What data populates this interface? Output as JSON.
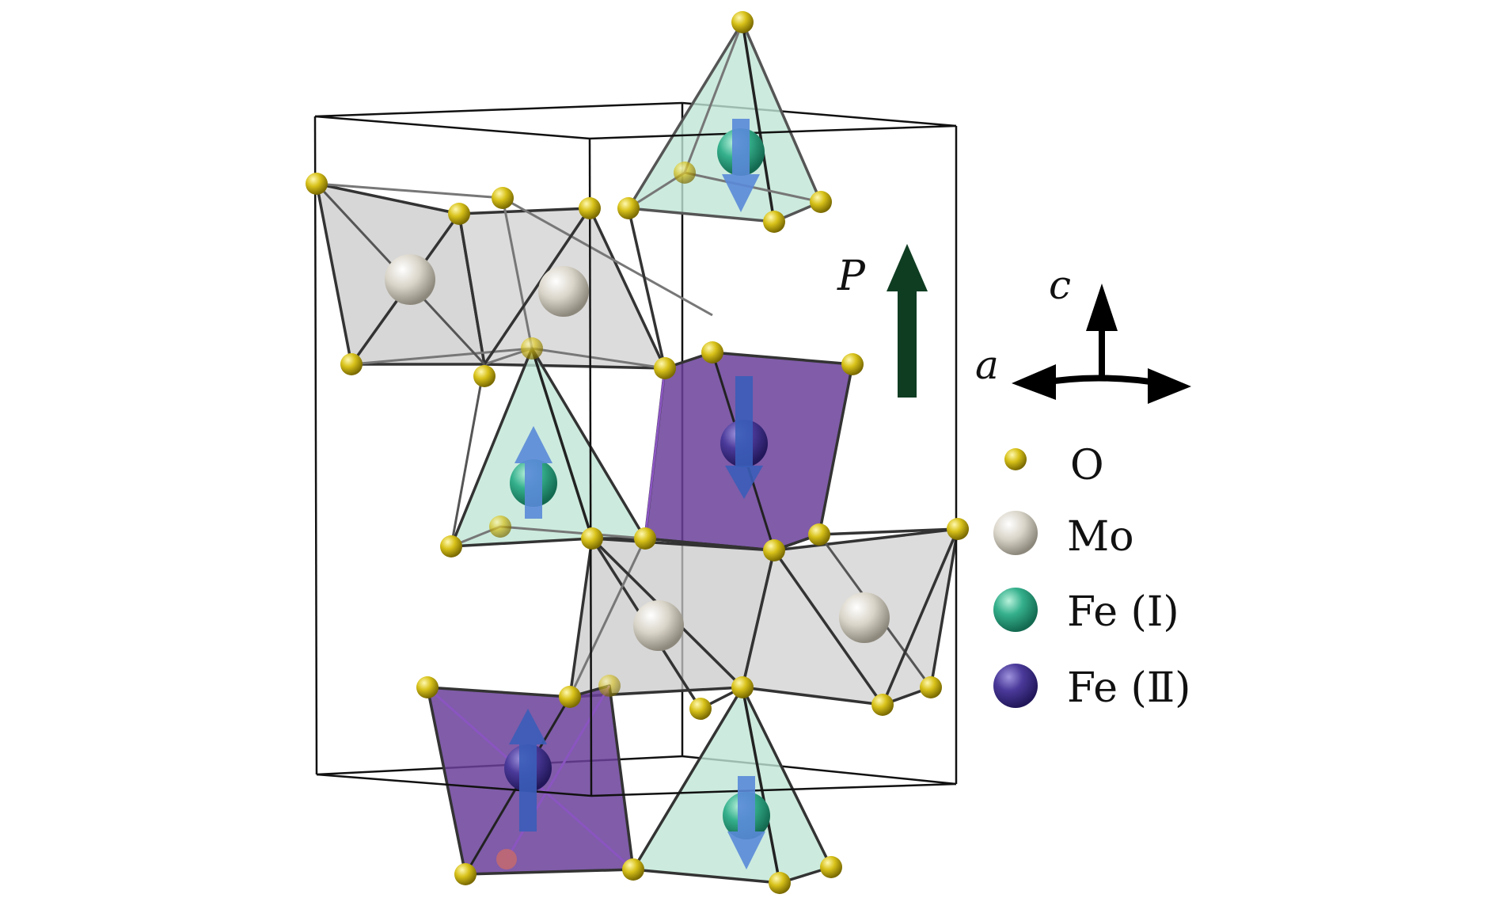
{
  "axes": {
    "c": "c",
    "a": "a"
  },
  "polarization": {
    "label": "P"
  },
  "legend": [
    {
      "label": "O"
    },
    {
      "label": "Mo"
    },
    {
      "label": "Fe (Ⅰ)"
    },
    {
      "label": "Fe (Ⅱ)"
    }
  ],
  "colors": {
    "oxygen": "#d8c21a",
    "molybdenum": "#d9d4c8",
    "fe1": "#35b08c",
    "fe2": "#4b3a9a",
    "mo_octahedron_fill": "#c9c9c9",
    "fe1_tetrahedron_fill": "#bfe6d6",
    "fe2_octahedron_fill": "#6a3f9a",
    "spin_arrow": "#5a8ad8",
    "polarization_arrow": "#0f3d22",
    "cell_edge": "#111111"
  }
}
